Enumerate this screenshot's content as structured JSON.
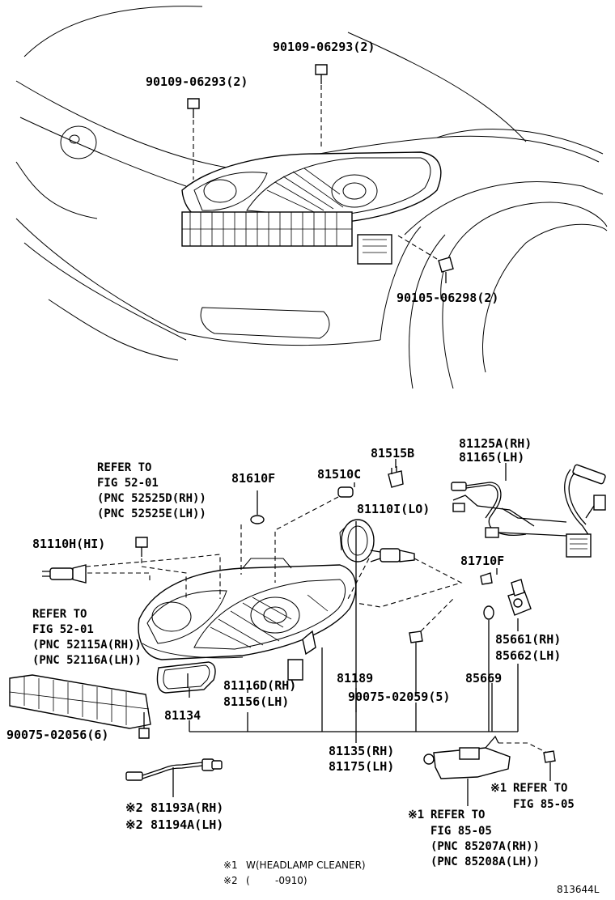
{
  "labels": {
    "bolt_top_right": "90109-06293(2)",
    "bolt_top_left": "90109-06293(2)",
    "bolt_fender": "90105-06298(2)",
    "p81515b": "81515B",
    "p81125a": "81125A(RH)",
    "p81165": "81165(LH)",
    "refer_a_1": "REFER TO",
    "refer_a_2": "FIG 52-01",
    "refer_a_3": "(PNC 52525D(RH))",
    "refer_a_4": "(PNC 52525E(LH))",
    "p81610f": "81610F",
    "p81510c": "81510C",
    "p81110i": "81110I(LO)",
    "p81110h": "81110H(HI)",
    "p81710f": "81710F",
    "refer_b_1": "REFER TO",
    "refer_b_2": "FIG 52-01",
    "refer_b_3": "(PNC 52115A(RH))",
    "refer_b_4": "(PNC 52116A(LH))",
    "p85661": "85661(RH)",
    "p85662": "85662(LH)",
    "p81116d": "81116D(RH)",
    "p81156": "81156(LH)",
    "p81189": "81189",
    "p85669": "85669",
    "p81134": "81134",
    "bolt_90075_02059": "90075-02059(5)",
    "bolt_90075_02056": "90075-02056(6)",
    "p81135": "81135(RH)",
    "p81175": "81175(LH)",
    "refer_c_mark": "※1",
    "refer_c_1": "REFER TO",
    "refer_c_2": "FIG 85-05",
    "p81193a_mark": "※2",
    "p81193a": "81193A(RH)",
    "p81194a_mark": "※2",
    "p81194a": "81194A(LH)",
    "refer_d_mark": "※1",
    "refer_d_1": "REFER TO",
    "refer_d_2": "FIG 85-05",
    "refer_d_3": "(PNC 85207A(RH))",
    "refer_d_4": "(PNC 85208A(LH))"
  },
  "notes": {
    "note1_mark": "※1",
    "note1_text": "W(HEADLAMP CLEANER)",
    "note2_mark": "※2",
    "note2_open": "(",
    "note2_text": "-0910)"
  },
  "figure_id": "813644L",
  "colors": {
    "ink": "#000000",
    "paper": "#ffffff"
  }
}
